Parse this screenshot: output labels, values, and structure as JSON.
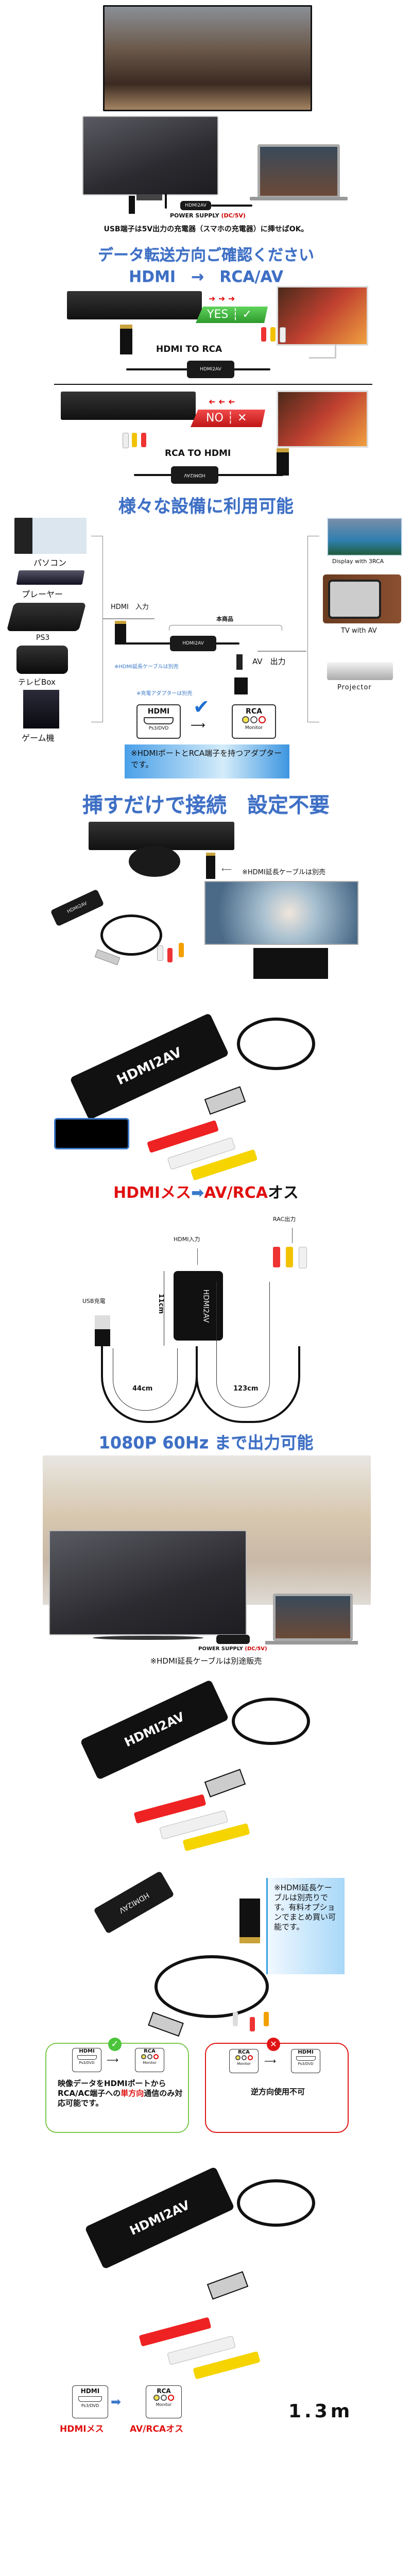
{
  "section_connection": {
    "power_supply_label": "POWER SUPPLY",
    "power_supply_spec": "(DC/5V)",
    "adapter_label": "HDMI2AV",
    "usb_note": "USB端子は5V出力の充電器（スマホの充電器）に挿せばOK。"
  },
  "section_direction": {
    "title_line1": "データ転送方向ご確認ください",
    "title_line2": "HDMI　→　RCA/AV",
    "yes_label": "YES",
    "no_label": "NO",
    "hdmi_to_rca": "HDMI TO RCA",
    "rca_to_hdmi": "RCA TO HDMI",
    "adapter_label": "HDMI2AV"
  },
  "section_devices": {
    "title": "様々な設備に利用可能",
    "inputs": [
      "パソコン",
      "プレーヤー",
      "PS3",
      "テレビBox",
      "ゲーム機"
    ],
    "outputs": [
      "Display with 3RCA",
      "TV with AV",
      "Projector"
    ],
    "hdmi_input": "HDMI　入力",
    "product_label": "本商品",
    "adapter_label": "HDMI2AV",
    "hdmi_ext_note": "※HDMI延長ケーブルは別売",
    "av_output": "AV　出力",
    "charger_note": "※充電アダプターは別売",
    "hdmi_box_title": "HDMI",
    "hdmi_box_sub": "Ps3/DVD",
    "rca_box_title": "RCA",
    "rca_box_sub": "Monitor",
    "banner": "※HDMIポートとRCA端子を持つアダプターです。"
  },
  "section_plug": {
    "title": "挿すだけで接続　設定不要",
    "hdmi_ext_note": "※HDMI延長ケーブルは別売",
    "adapter_label": "HDMI2AV"
  },
  "section_product1": {
    "brand": "HDMI2AV",
    "caption_part1": "HDMIメス",
    "caption_part2": "AV/RCA",
    "caption_part3": "オス"
  },
  "section_dimensions": {
    "rca_output": "RAC出力",
    "hdmi_input": "HDMI入力",
    "usb_charge": "USB充電",
    "height": "11cm",
    "usb_length": "44cm",
    "rca_length": "123cm",
    "brand": "HDMI2AV"
  },
  "section_1080p": {
    "title": "1080P 60Hz まで出力可能",
    "power_supply_label": "POWER SUPPLY",
    "power_supply_spec": "(DC/5V)",
    "note": "※HDMI延長ケーブルは別途販売"
  },
  "section_product2": {
    "brand": "HDMI2AV"
  },
  "section_notes": {
    "adapter_label": "HDMI2AV",
    "ext_note": "※HDMI延長ケーブルは別売りです。有料オプションでまとめ買い可能です。",
    "ok_text_a": "映像データをHDMIポートからRCA/AC端子への",
    "ok_text_red": "単方向",
    "ok_text_b": "通信のみ対応可能です。",
    "ng_text": "逆方向使用不可",
    "hdmi_box_title": "HDMI",
    "hdmi_box_sub": "Ps3/DVD",
    "rca_box_title": "RCA",
    "rca_box_sub": "Monitor"
  },
  "section_final": {
    "brand": "HDMI2AV",
    "hdmi_box_title": "HDMI",
    "hdmi_box_sub": "Ps3/DVD",
    "rca_box_title": "RCA",
    "rca_box_sub": "Monitor",
    "caption_hdmi": "HDMIメス",
    "caption_av": "AV/RCAオス",
    "length": "1.3m"
  },
  "colors": {
    "accent_blue": "#3e6fc4",
    "red": "#e01010",
    "green": "#3cb44a"
  }
}
